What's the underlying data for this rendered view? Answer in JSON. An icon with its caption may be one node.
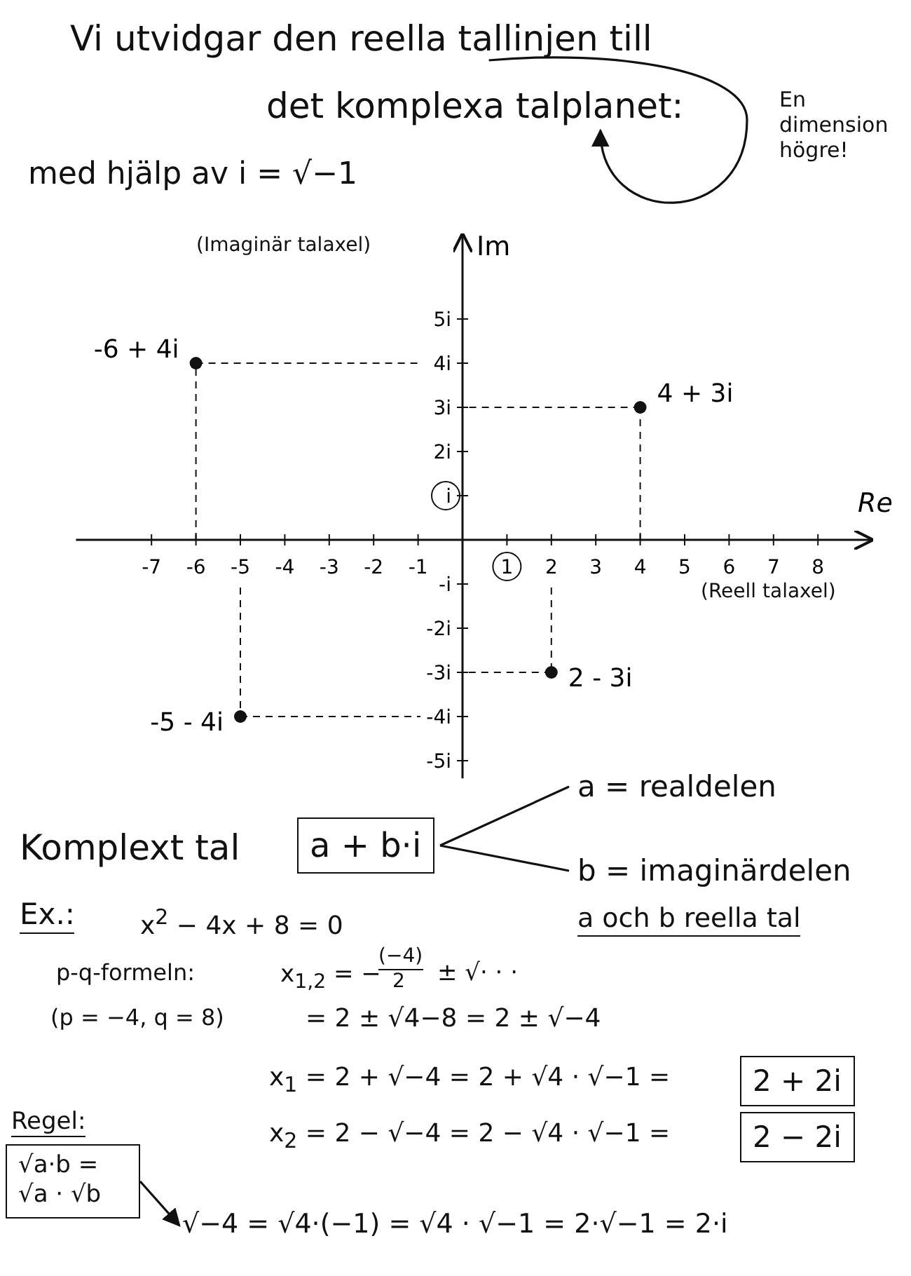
{
  "diagram": {
    "nodes": [
      {
        "text": [
          "Vi utvidgar den reella tallinjen till"
        ]
      },
      {
        "text": [
          "det komplexa talplanet:"
        ]
      },
      {
        "text": [
          "a + b·i"
        ]
      },
      {
        "text": [
          "a = realdelen"
        ]
      },
      {
        "text": [
          "b = imaginärdelen"
        ]
      },
      {
        "text": [
          "2 + 2i"
        ]
      },
      {
        "text": [
          "2 − 2i"
        ]
      },
      {
        "text": [
          "√a·b = √a · √b"
        ],
        "beside": [
          "Regel:"
        ]
      },
      {
        "text": [
          "√−4 = √4·(−1) = √4 · √−1 = 2·√−1 = 2·i"
        ]
      }
    ],
    "edges": [
      {
        "from": 0,
        "to": 1,
        "arrow": "to",
        "label": "En dimension högre!"
      },
      {
        "from": 2,
        "to": 3,
        "arrow": "none"
      },
      {
        "from": 2,
        "to": 4,
        "arrow": "none"
      },
      {
        "from": 7,
        "to": 8,
        "arrow": "to"
      }
    ],
    "labels": [
      "med hjälp av i = √−1",
      "(Imaginär talaxel)",
      "(Reell talaxel)",
      "Komplext tal",
      "Ex.:",
      "x$^{2}$ − 4x + 8 = 0",
      "a och b reella tal",
      "p-q-formeln:",
      "x$_{1,2}$ = −",
      "(−4)",
      "2",
      "± √· · ·",
      "(p = −4, q = 8)",
      "= 2 ± √4−8 = 2 ± √−4",
      "x$_{1}$ = 2 + √−4 = 2 + √4 · √−1 =",
      "x$_{2}$ = 2 − √−4 = 2 − √4 · √−1 ="
    ],
    "chart_data": {
      "type": "scatter",
      "xlabel": "Re",
      "ylabel": "Im",
      "xlim": [
        -8.7,
        9.2
      ],
      "ylim": [
        -5.4,
        6.9
      ],
      "x": [
        -6,
        4,
        2,
        -5
      ],
      "values": [
        4,
        3,
        -3,
        -4
      ],
      "xticks": [
        -7,
        -6,
        -5,
        -4,
        -3,
        -2,
        -1,
        1,
        2,
        3,
        4,
        5,
        6,
        7,
        8
      ],
      "yticks": [
        {
          "value": 5,
          "label": "5i"
        },
        {
          "value": 4,
          "label": "4i"
        },
        {
          "value": 3,
          "label": "3i"
        },
        {
          "value": 2,
          "label": "2i"
        },
        {
          "value": 1,
          "label": "i"
        },
        {
          "value": -1,
          "label": "-i"
        },
        {
          "value": -2,
          "label": "-2i"
        },
        {
          "value": -3,
          "label": "-3i"
        },
        {
          "value": -4,
          "label": "-4i"
        },
        {
          "value": -5,
          "label": "-5i"
        }
      ],
      "annotations": [
        {
          "text": "-6 + 4i",
          "x": -6,
          "y": 4
        },
        {
          "text": "4 + 3i",
          "x": 4,
          "y": 3
        },
        {
          "text": "2 - 3i",
          "x": 2,
          "y": -3
        },
        {
          "text": "-5 - 4i",
          "x": -5,
          "y": -4
        }
      ]
    }
  }
}
